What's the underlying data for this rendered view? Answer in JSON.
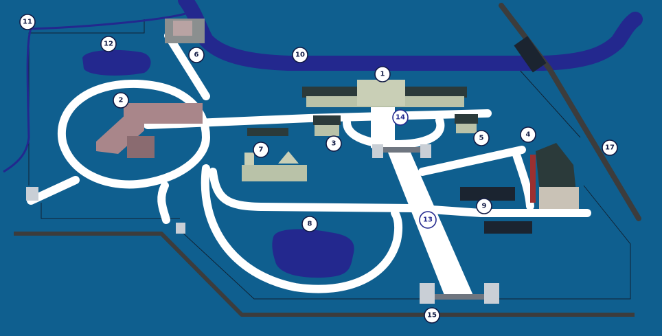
{
  "map": {
    "colors": {
      "background": "#0f5f8f",
      "road": "#ffffff",
      "river": "#23288e",
      "pond": "#23288e",
      "railway": "#3c3c3c",
      "boundary": "#112233",
      "marker_fill": "#ffffff",
      "marker_text": "#111a44",
      "building_roof": "#2b3a3a",
      "building_wall": "#b9c2a8",
      "brick_building": "#a9868a",
      "chimney": "#9b3030"
    },
    "markers": [
      {
        "id": "marker-1",
        "label": "1",
        "feature": "main-palace"
      },
      {
        "id": "marker-2",
        "label": "2",
        "feature": "long-building"
      },
      {
        "id": "marker-3",
        "label": "3",
        "feature": "west-pavilion"
      },
      {
        "id": "marker-4",
        "label": "4",
        "feature": "factory"
      },
      {
        "id": "marker-5",
        "label": "5",
        "feature": "east-pavilion"
      },
      {
        "id": "marker-6",
        "label": "6",
        "feature": "north-house"
      },
      {
        "id": "marker-7",
        "label": "7",
        "feature": "church"
      },
      {
        "id": "marker-8",
        "label": "8",
        "feature": "south-pond"
      },
      {
        "id": "marker-9",
        "label": "9",
        "feature": "greenhouses"
      },
      {
        "id": "marker-10",
        "label": "10",
        "feature": "river"
      },
      {
        "id": "marker-11",
        "label": "11",
        "feature": "stream"
      },
      {
        "id": "marker-12",
        "label": "12",
        "feature": "west-pond"
      },
      {
        "id": "marker-13",
        "label": "13",
        "feature": "main-avenue"
      },
      {
        "id": "marker-14",
        "label": "14",
        "feature": "small-pool"
      },
      {
        "id": "marker-15",
        "label": "15",
        "feature": "south-gate"
      },
      {
        "id": "marker-16",
        "label": "17",
        "feature": "railway"
      }
    ]
  }
}
